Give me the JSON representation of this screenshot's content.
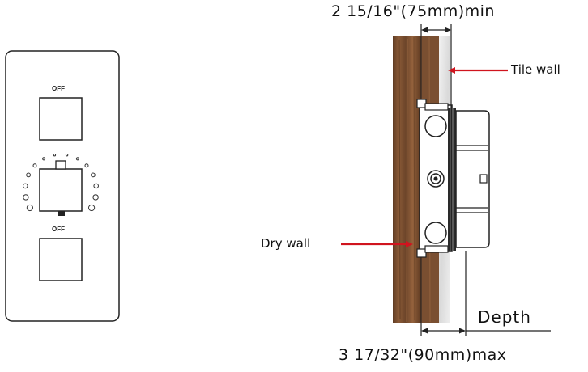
{
  "panel": {
    "top_button_label": "OFF",
    "bottom_button_label": "OFF"
  },
  "dimensions": {
    "min_depth": "2 15/16\"(75mm)min",
    "max_depth": "3 17/32\"(90mm)max",
    "depth_label": "Depth"
  },
  "callouts": {
    "tile_wall": "Tile wall",
    "dry_wall": "Dry wall"
  },
  "colors": {
    "wood": "#7a4f31",
    "wood_dark": "#5c3820",
    "tile": "#e6e6e6",
    "arrow": "#d0141e",
    "line": "#222222"
  }
}
